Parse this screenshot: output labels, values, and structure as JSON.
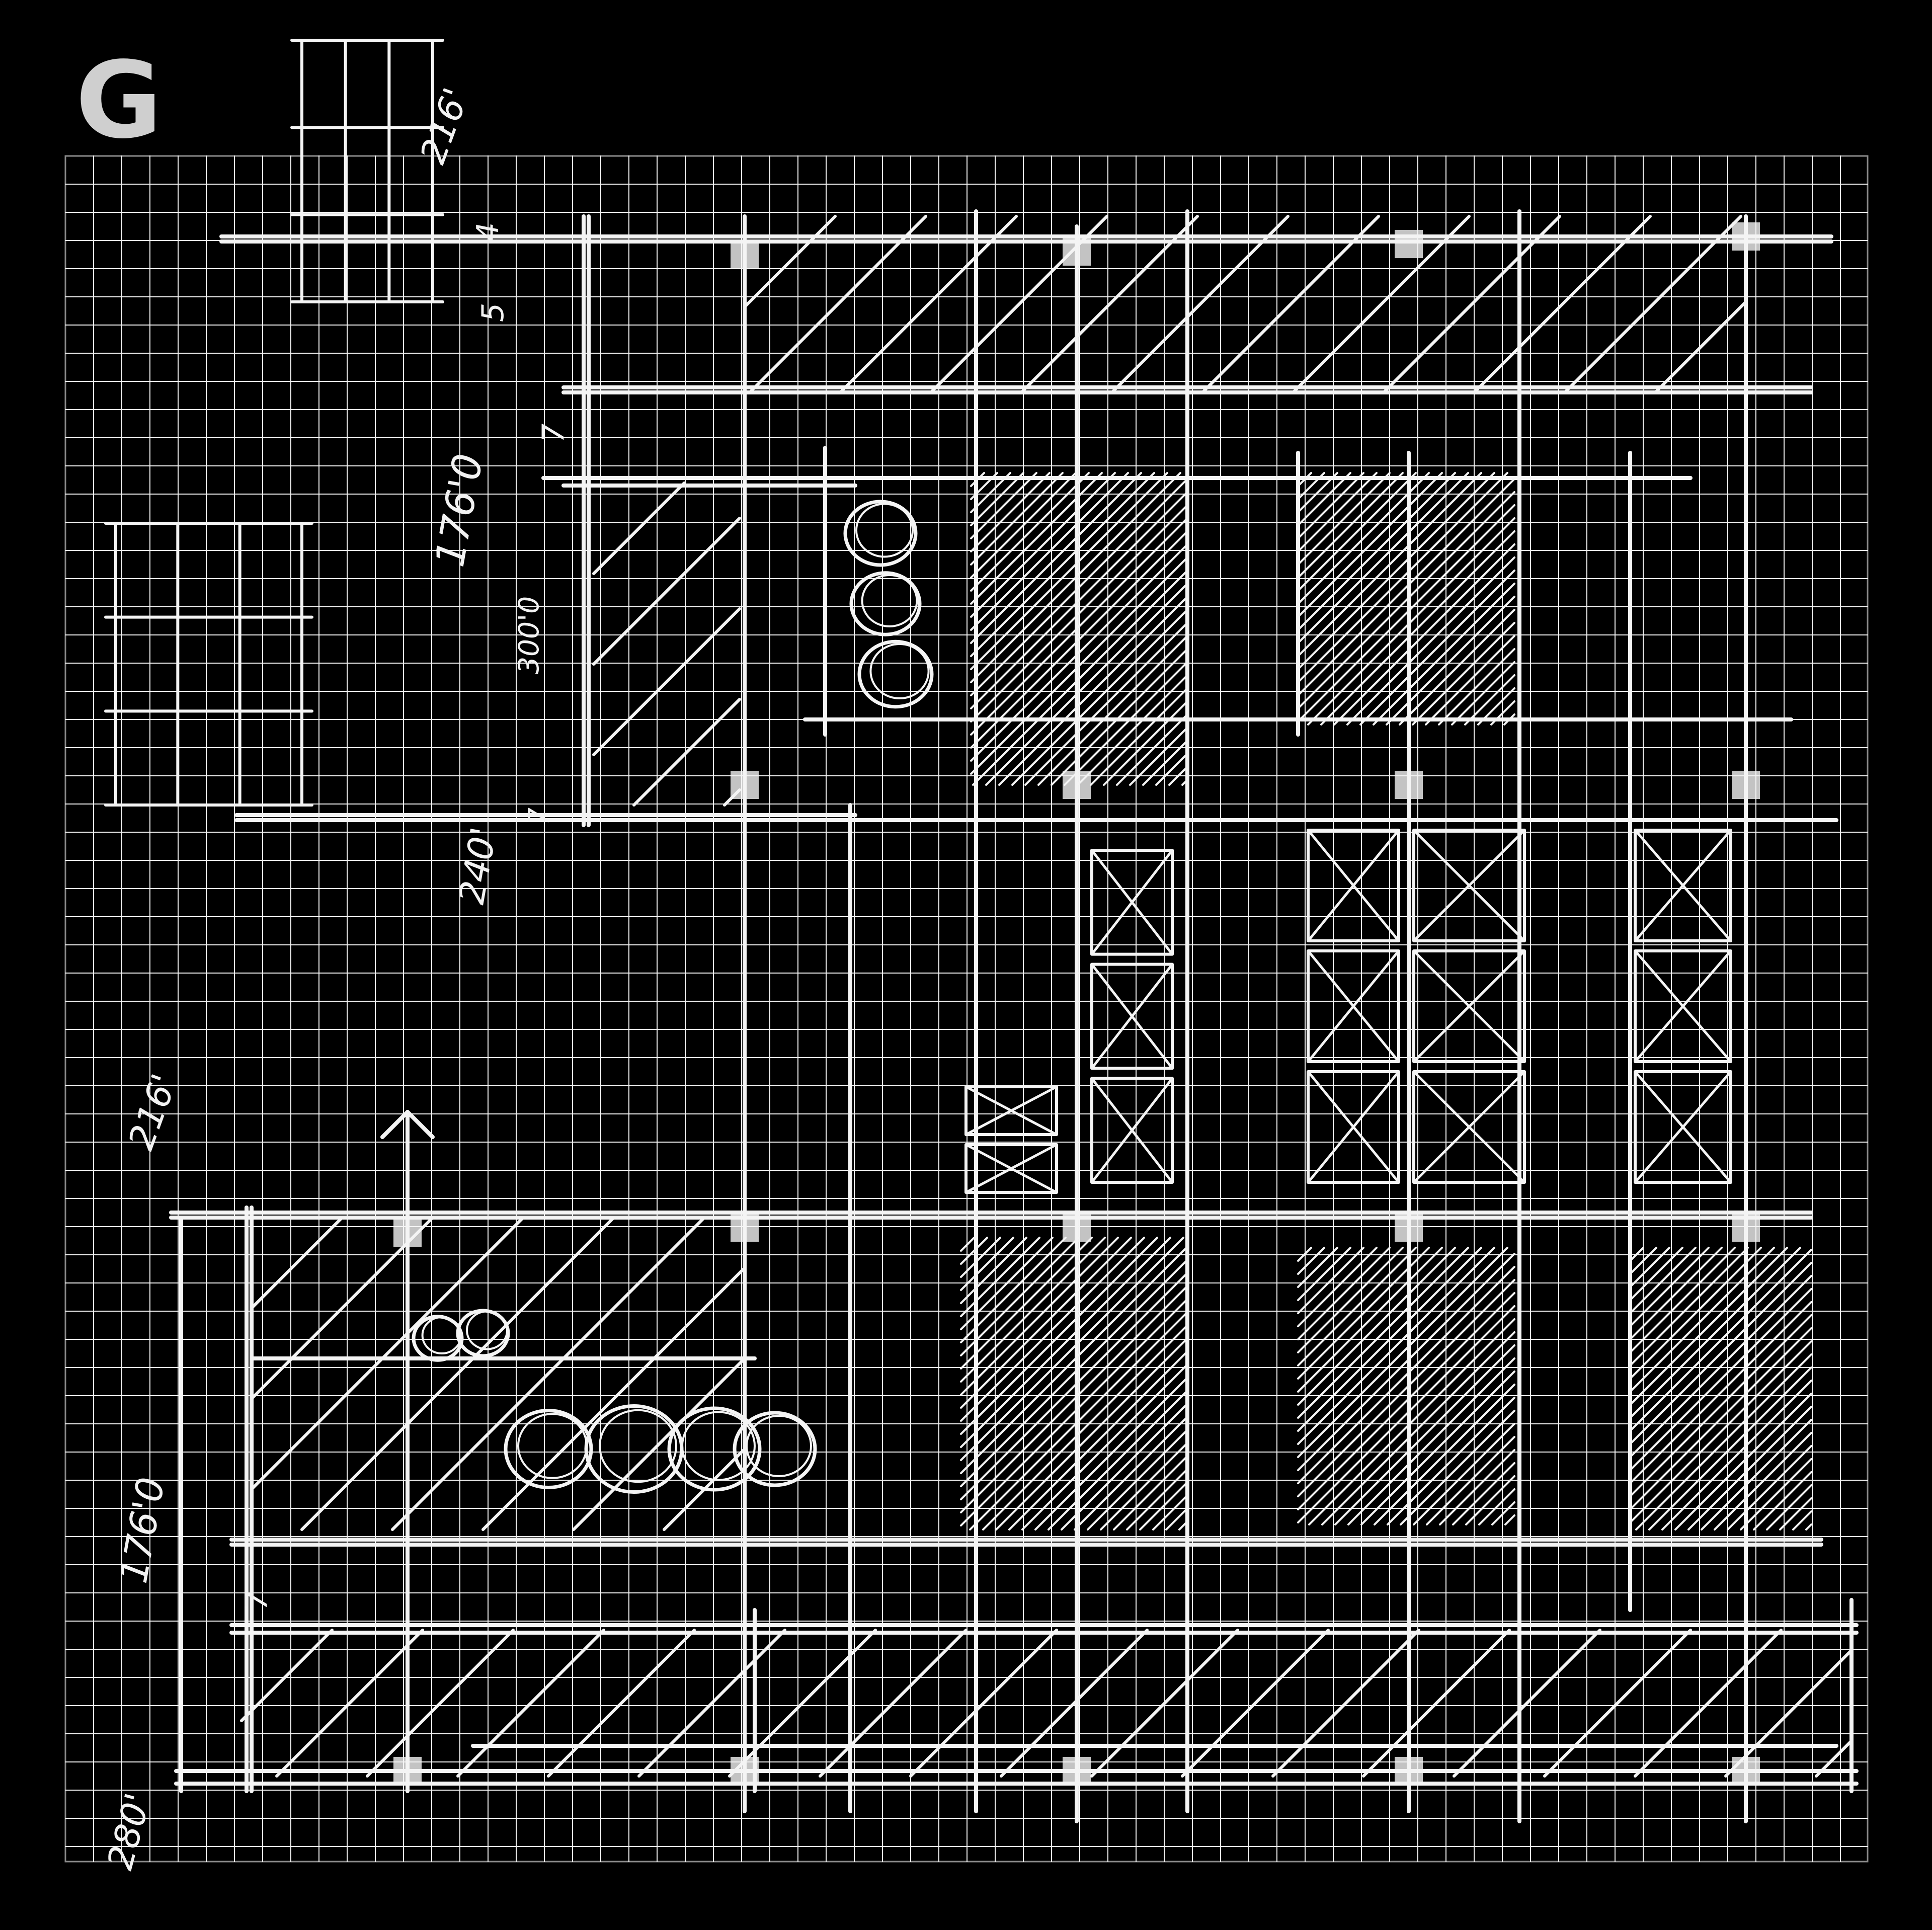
{
  "panel": {
    "label": "G"
  },
  "annotations": {
    "dim_top": "216'",
    "dim_top_small": "4",
    "dim_bay_small": "5",
    "dim_upper_a": "7",
    "dim_upper_b": "176'0",
    "dim_upper_c": "300'0",
    "dim_upper_d": "240'",
    "dim_upper_e": "7",
    "dim_left_top": "216'",
    "dim_left_mid": "176'0",
    "dim_left_small": "7",
    "dim_bottom": "280'"
  },
  "colors": {
    "background": "#000000",
    "grid": "#8a8a8a",
    "ink": "#f4f4f4",
    "label": "#cfcfcf"
  }
}
